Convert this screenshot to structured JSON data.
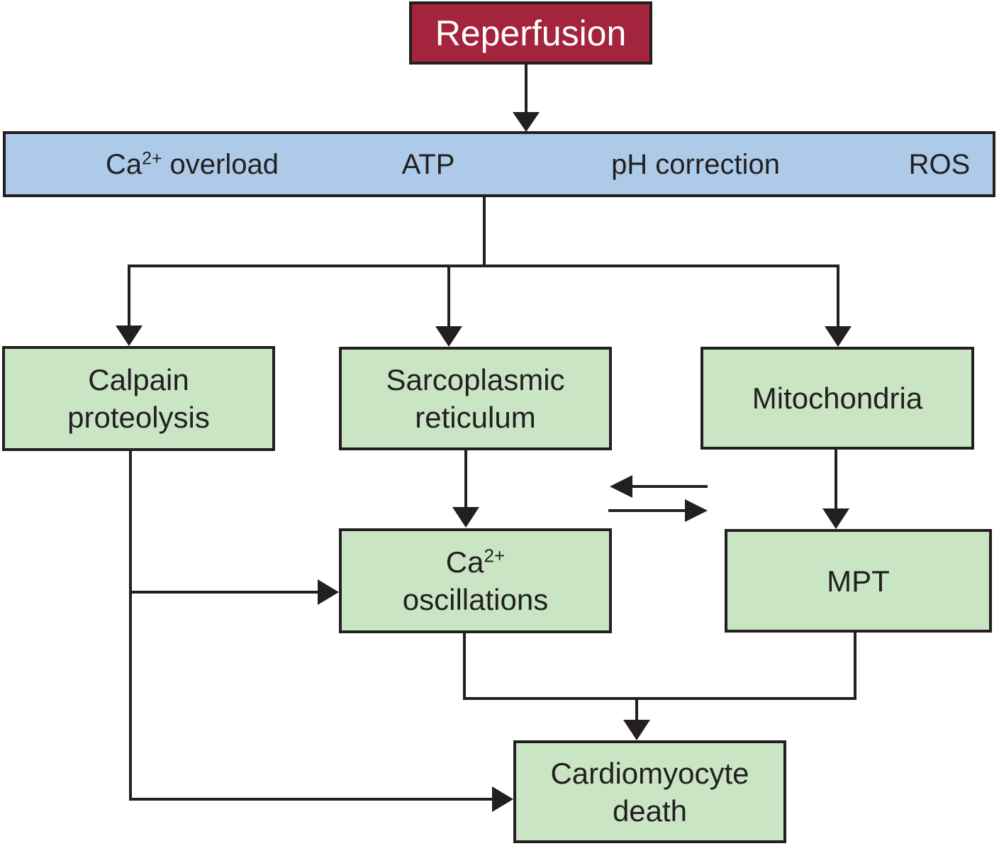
{
  "diagram": {
    "title_box": {
      "label": "Reperfusion"
    },
    "factors_bar": {
      "items": [
        {
          "pre": "Ca",
          "sup": "2+",
          "post": " overload"
        },
        {
          "pre": "ATP",
          "sup": "",
          "post": ""
        },
        {
          "pre": "pH correction",
          "sup": "",
          "post": ""
        },
        {
          "pre": "ROS",
          "sup": "",
          "post": ""
        }
      ]
    },
    "boxes": {
      "calpain": {
        "line1": "Calpain",
        "line2": "proteolysis"
      },
      "sarcoplasmic": {
        "line1": "Sarcoplasmic",
        "line2": "reticulum"
      },
      "mitochondria": {
        "line1": "Mitochondria"
      },
      "ca_oscillations": {
        "pre": "Ca",
        "sup": "2+",
        "line2": "oscillations"
      },
      "mpt": {
        "line1": "MPT"
      },
      "death": {
        "line1": "Cardiomyocyte",
        "line2": "death"
      }
    },
    "colors": {
      "reperfusion_fill": "#A3243C",
      "factors_fill": "#ADCBE9",
      "process_fill": "#C9E5C4",
      "line": "#231F20",
      "text": "#231F20"
    }
  }
}
